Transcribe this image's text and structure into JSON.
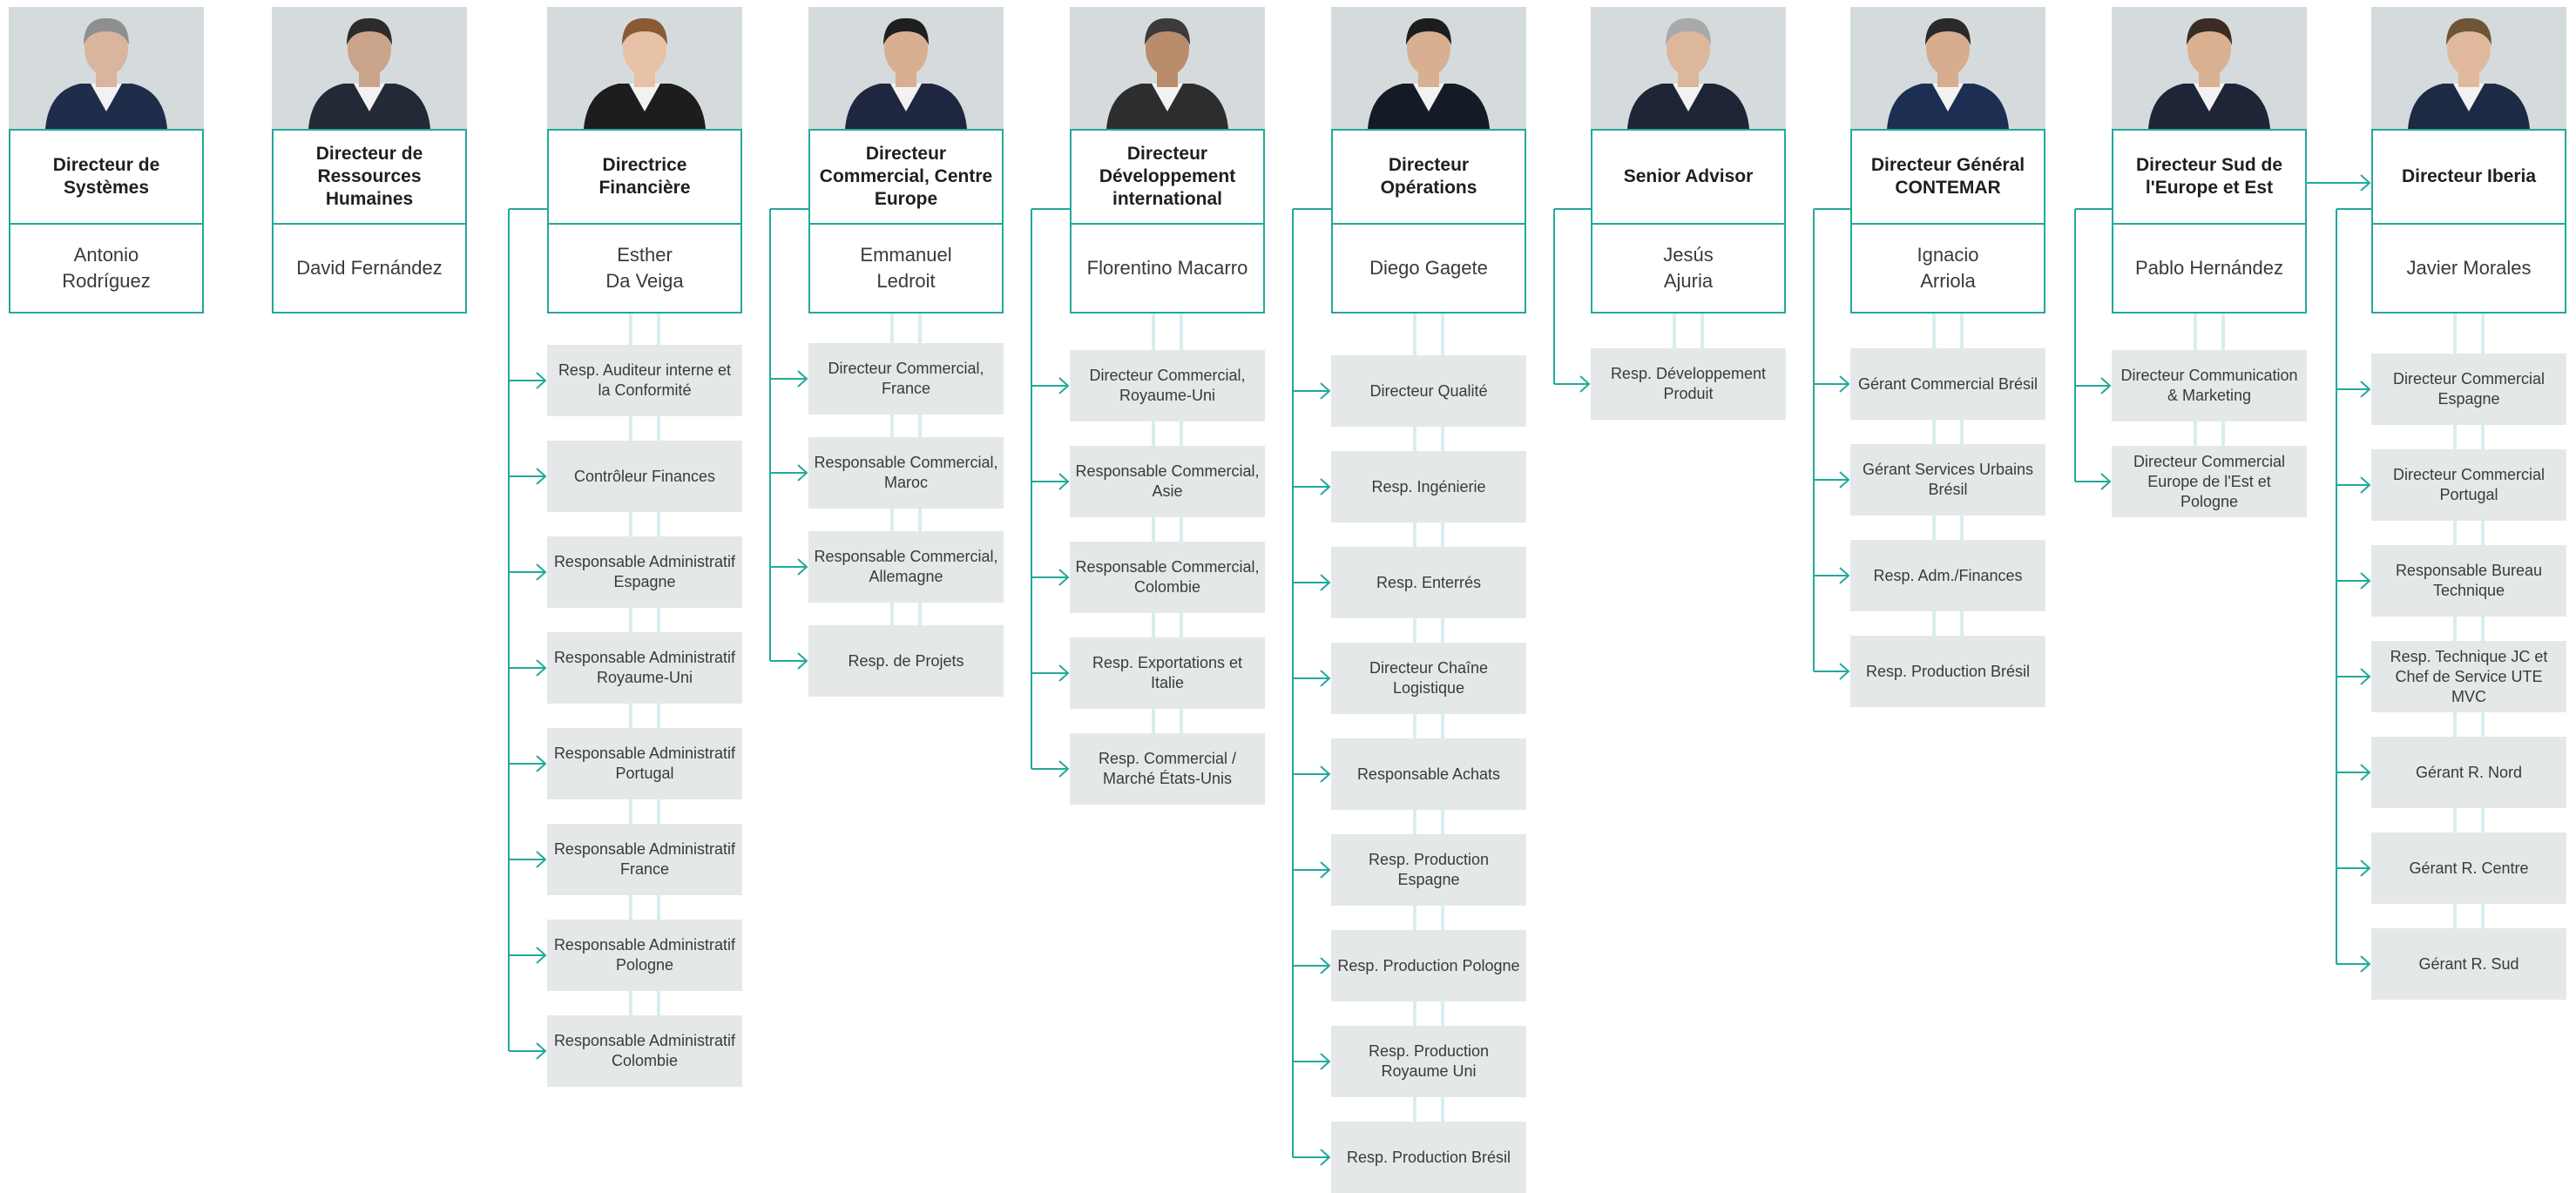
{
  "colors": {
    "accent": "#23a99b",
    "sub_box_bg": "#e5e8e9",
    "photo_bg": "#d5dbdd"
  },
  "columns": [
    {
      "title": "Directeur de Systèmes",
      "name": "Antonio\nRodríguez",
      "subs": []
    },
    {
      "title": "Directeur de Ressources Humaines",
      "name": "David Fernández",
      "subs": []
    },
    {
      "title": "Directrice Financière",
      "name": "Esther\nDa Veiga",
      "subs": [
        "Resp. Auditeur interne et la Conformité",
        "Contrôleur Finances",
        "Responsable Administratif Espagne",
        "Responsable Administratif Royaume-Uni",
        "Responsable Administratif Portugal",
        "Responsable Administratif France",
        "Responsable Administratif Pologne",
        "Responsable Administratif Colombie"
      ]
    },
    {
      "title": "Directeur Commercial, Centre Europe",
      "name": "Emmanuel\nLedroit",
      "subs": [
        "Directeur Commercial, France",
        "Responsable Commercial, Maroc",
        "Responsable Commercial, Allemagne",
        "Resp. de Projets"
      ]
    },
    {
      "title": "Directeur Développement international",
      "name": "Florentino Macarro",
      "subs": [
        "Directeur Commercial, Royaume-Uni",
        "Responsable Commercial, Asie",
        "Responsable Commercial, Colombie",
        "Resp. Exportations et Italie",
        "Resp. Commercial / Marché États-Unis"
      ]
    },
    {
      "title": "Directeur Opérations",
      "name": "Diego Gagete",
      "subs": [
        "Directeur Qualité",
        "Resp. Ingénierie",
        "Resp. Enterrés",
        "Directeur Chaîne Logistique",
        "Responsable Achats",
        "Resp. Production Espagne",
        "Resp. Production Pologne",
        "Resp. Production Royaume Uni",
        "Resp. Production Brésil"
      ]
    },
    {
      "title": "Senior Advisor",
      "name": "Jesús\nAjuria",
      "subs": [
        "Resp. Développement Produit"
      ]
    },
    {
      "title": "Directeur Général CONTEMAR",
      "name": "Ignacio\nArriola",
      "subs": [
        "Gérant Commercial Brésil",
        "Gérant Services Urbains Brésil",
        "Resp. Adm./Finances",
        "Resp. Production Brésil"
      ]
    },
    {
      "title": "Directeur Sud de l'Europe et Est",
      "name": "Pablo Hernández",
      "subs": [
        "Directeur Communication & Marketing",
        "Directeur Commercial Europe de l'Est et Pologne"
      ]
    },
    {
      "title": "Directeur Iberia",
      "name": "Javier Morales",
      "subs": [
        "Directeur Commercial Espagne",
        "Directeur Commercial Portugal",
        "Responsable Bureau Technique",
        "Resp. Technique JC et Chef de Service UTE MVC",
        "Gérant R. Nord",
        "Gérant R. Centre",
        "Gérant R. Sud"
      ]
    }
  ]
}
